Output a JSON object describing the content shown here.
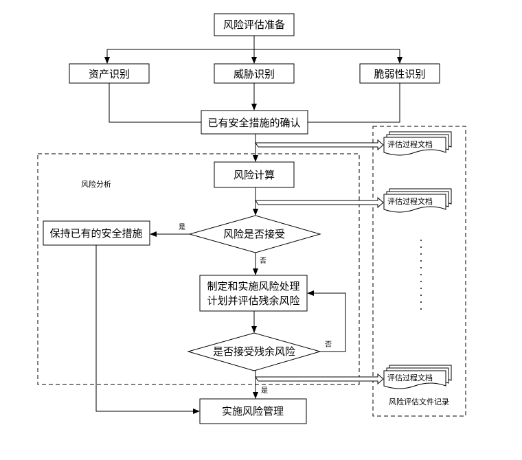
{
  "colors": {
    "line": "#000000",
    "background": "#ffffff"
  },
  "nodes": {
    "prepare": "风险评估准备",
    "asset": "资产识别",
    "threat": "威胁识别",
    "vulnerability": "脆弱性识别",
    "existing_measures": "已有安全措施的确认",
    "risk_calc": "风险计算",
    "accept_decision": "风险是否接受",
    "keep_measures": "保持已有的安全措施",
    "plan_line1": "制定和实施风险处理",
    "plan_line2": "计划并评估残余风险",
    "residual_decision": "是否接受残余风险",
    "implement": "实施风险管理"
  },
  "edge_labels": {
    "yes": "是",
    "no": "否"
  },
  "regions": {
    "analysis": "风险分析",
    "records": "风险评估文件记录"
  },
  "documents": [
    "评估过程文档",
    "评估过程文档",
    "评估过程文档"
  ]
}
